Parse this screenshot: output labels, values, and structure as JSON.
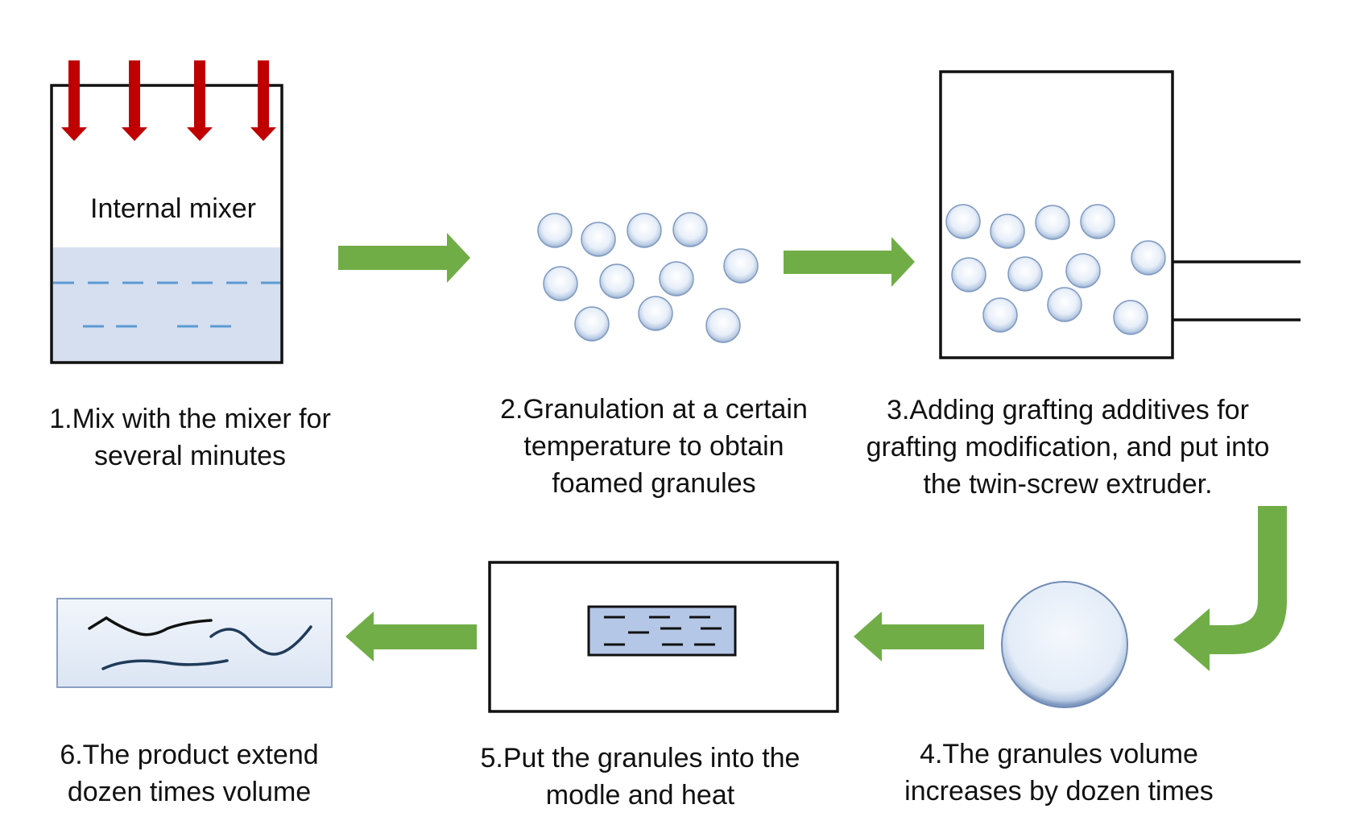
{
  "mixer": {
    "label": "Internal mixer"
  },
  "steps": [
    {
      "id": 1,
      "lines": [
        "1.Mix with the mixer for",
        "several minutes"
      ]
    },
    {
      "id": 2,
      "lines": [
        "2.Granulation at a certain",
        "temperature to obtain",
        "foamed granules"
      ]
    },
    {
      "id": 3,
      "lines": [
        "3.Adding grafting additives for",
        "grafting modification, and put into",
        "the twin-screw extruder."
      ]
    },
    {
      "id": 4,
      "lines": [
        "4.The granules volume",
        "increases by dozen times"
      ]
    },
    {
      "id": 5,
      "lines": [
        "5.Put the granules into the",
        "modle  and heat"
      ]
    },
    {
      "id": 6,
      "lines": [
        "6.The product extend",
        "dozen times volume"
      ]
    }
  ],
  "colors": {
    "arrow_green": "#70AD47",
    "heat_arrow_red": "#C00000",
    "liquid_fill": "#D6DFEF",
    "dash_blue": "#5B9BD5",
    "granule_fill": "#E9F0FA",
    "mold_fill": "#B4C7E7"
  }
}
